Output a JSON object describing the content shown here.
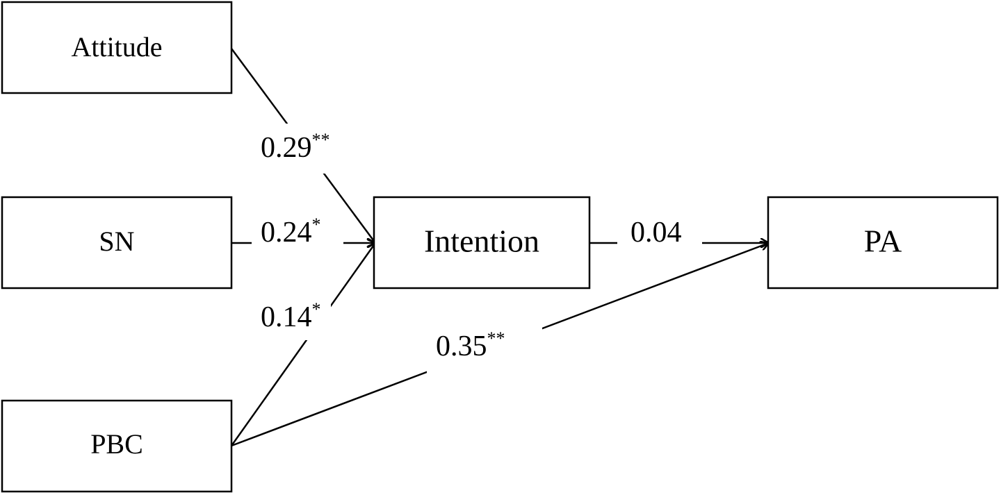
{
  "nodes": {
    "attitude": "Attitude",
    "sn": "SN",
    "pbc": "PBC",
    "intention": "Intention",
    "pa": "PA"
  },
  "paths": {
    "attitude_intention": {
      "coef": "0.29",
      "sig": "**"
    },
    "sn_intention": {
      "coef": "0.24",
      "sig": "*"
    },
    "pbc_intention": {
      "coef": "0.14",
      "sig": "*"
    },
    "intention_pa": {
      "coef": "0.04",
      "sig": ""
    },
    "pbc_pa": {
      "coef": "0.35",
      "sig": "**"
    }
  }
}
